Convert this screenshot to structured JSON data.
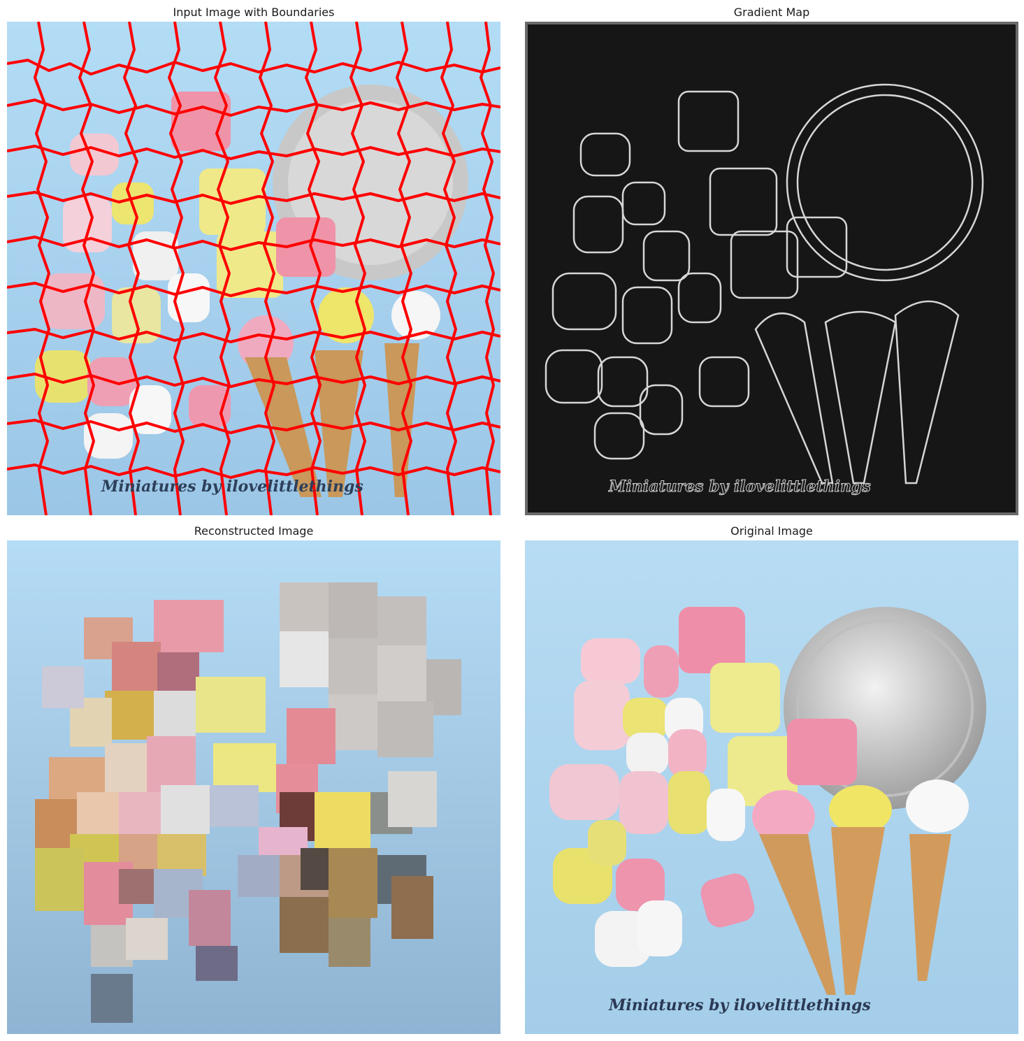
{
  "panels": [
    {
      "title": "Input Image with Boundaries"
    },
    {
      "title": "Gradient Map"
    },
    {
      "title": "Reconstructed Image"
    },
    {
      "title": "Original Image"
    }
  ],
  "watermark": "Miniatures by ilovelittlethings",
  "colors": {
    "background_sky": "#a9d3ef",
    "boundary_red": "#ff0000",
    "gradient_dark": "#141414",
    "candy_pink": "#ee8fa6",
    "candy_yellow": "#e8e272",
    "candy_white": "#efefef",
    "cone_tan": "#c9985a",
    "coin_silver": "#c7c7c7"
  }
}
